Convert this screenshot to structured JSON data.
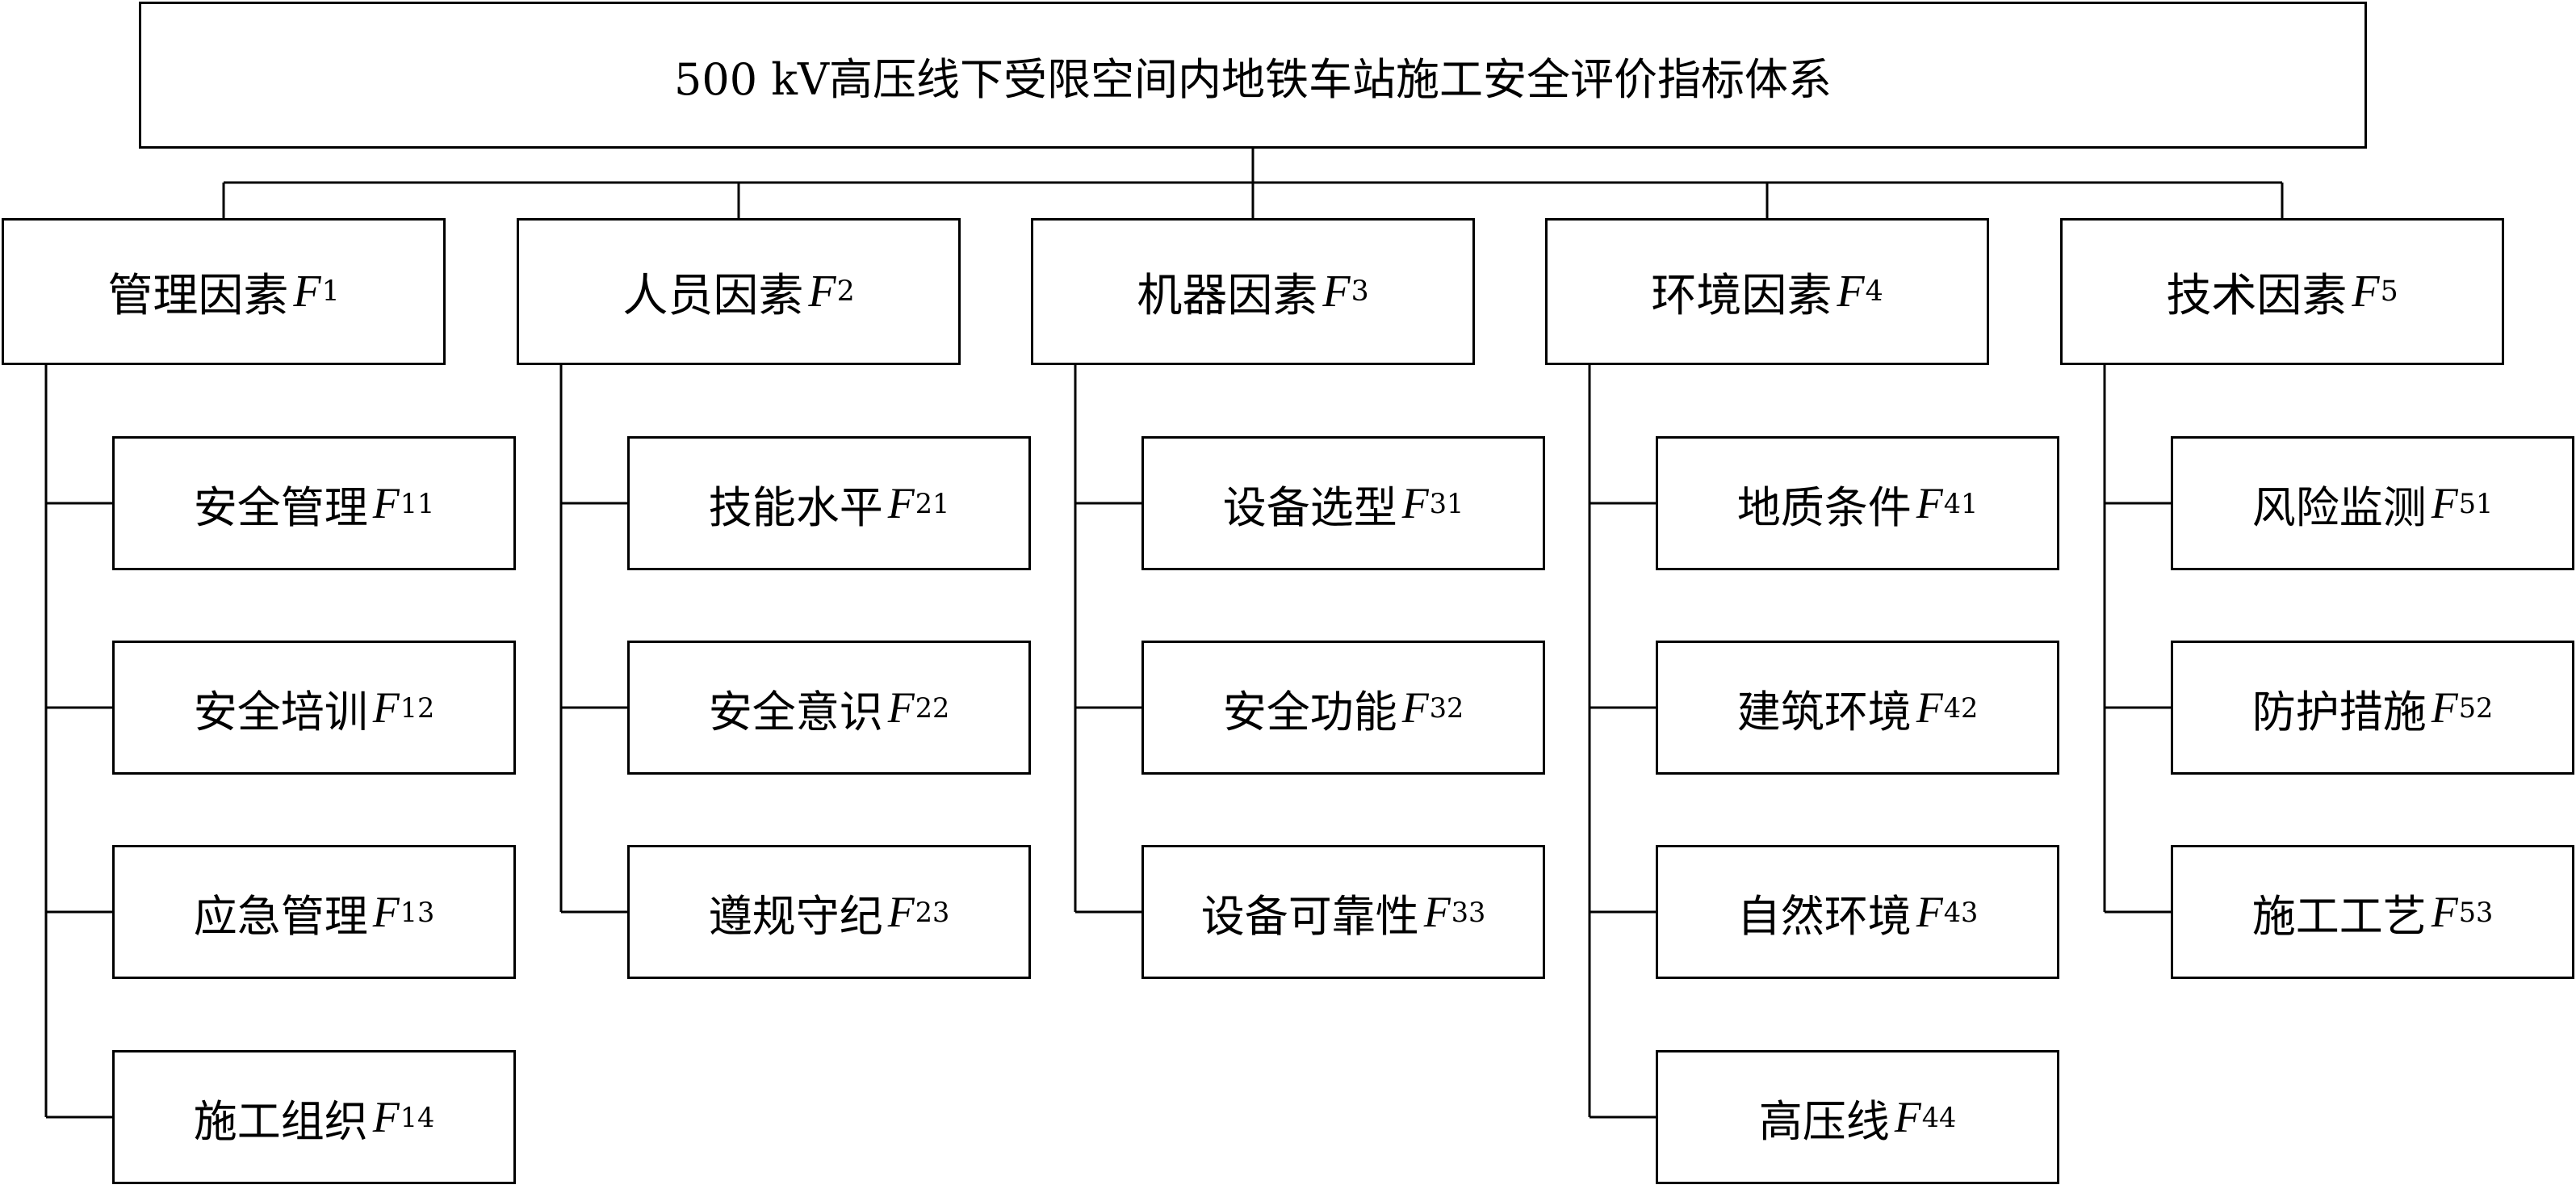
{
  "title": "500 kV高压线下受限空间内地铁车站施工安全评价指标体系",
  "categories": [
    {
      "label": "管理因素",
      "var": "F",
      "sub": "1",
      "items": [
        {
          "label": "安全管理",
          "var": "F",
          "sub": "11"
        },
        {
          "label": "安全培训",
          "var": "F",
          "sub": "12"
        },
        {
          "label": "应急管理",
          "var": "F",
          "sub": "13"
        },
        {
          "label": "施工组织",
          "var": "F",
          "sub": "14"
        }
      ]
    },
    {
      "label": "人员因素",
      "var": "F",
      "sub": "2",
      "items": [
        {
          "label": "技能水平",
          "var": "F",
          "sub": "21"
        },
        {
          "label": "安全意识",
          "var": "F",
          "sub": "22"
        },
        {
          "label": "遵规守纪",
          "var": "F",
          "sub": "23"
        }
      ]
    },
    {
      "label": "机器因素",
      "var": "F",
      "sub": "3",
      "items": [
        {
          "label": "设备选型",
          "var": "F",
          "sub": "31"
        },
        {
          "label": "安全功能",
          "var": "F",
          "sub": "32"
        },
        {
          "label": "设备可靠性",
          "var": "F",
          "sub": "33"
        }
      ]
    },
    {
      "label": "环境因素",
      "var": "F",
      "sub": "4",
      "items": [
        {
          "label": "地质条件",
          "var": "F",
          "sub": "41"
        },
        {
          "label": "建筑环境",
          "var": "F",
          "sub": "42"
        },
        {
          "label": "自然环境",
          "var": "F",
          "sub": "43"
        },
        {
          "label": "高压线",
          "var": "F",
          "sub": "44"
        }
      ]
    },
    {
      "label": "技术因素",
      "var": "F",
      "sub": "5",
      "items": [
        {
          "label": "风险监测",
          "var": "F",
          "sub": "51"
        },
        {
          "label": "防护措施",
          "var": "F",
          "sub": "52"
        },
        {
          "label": "施工工艺",
          "var": "F",
          "sub": "53"
        }
      ]
    }
  ]
}
